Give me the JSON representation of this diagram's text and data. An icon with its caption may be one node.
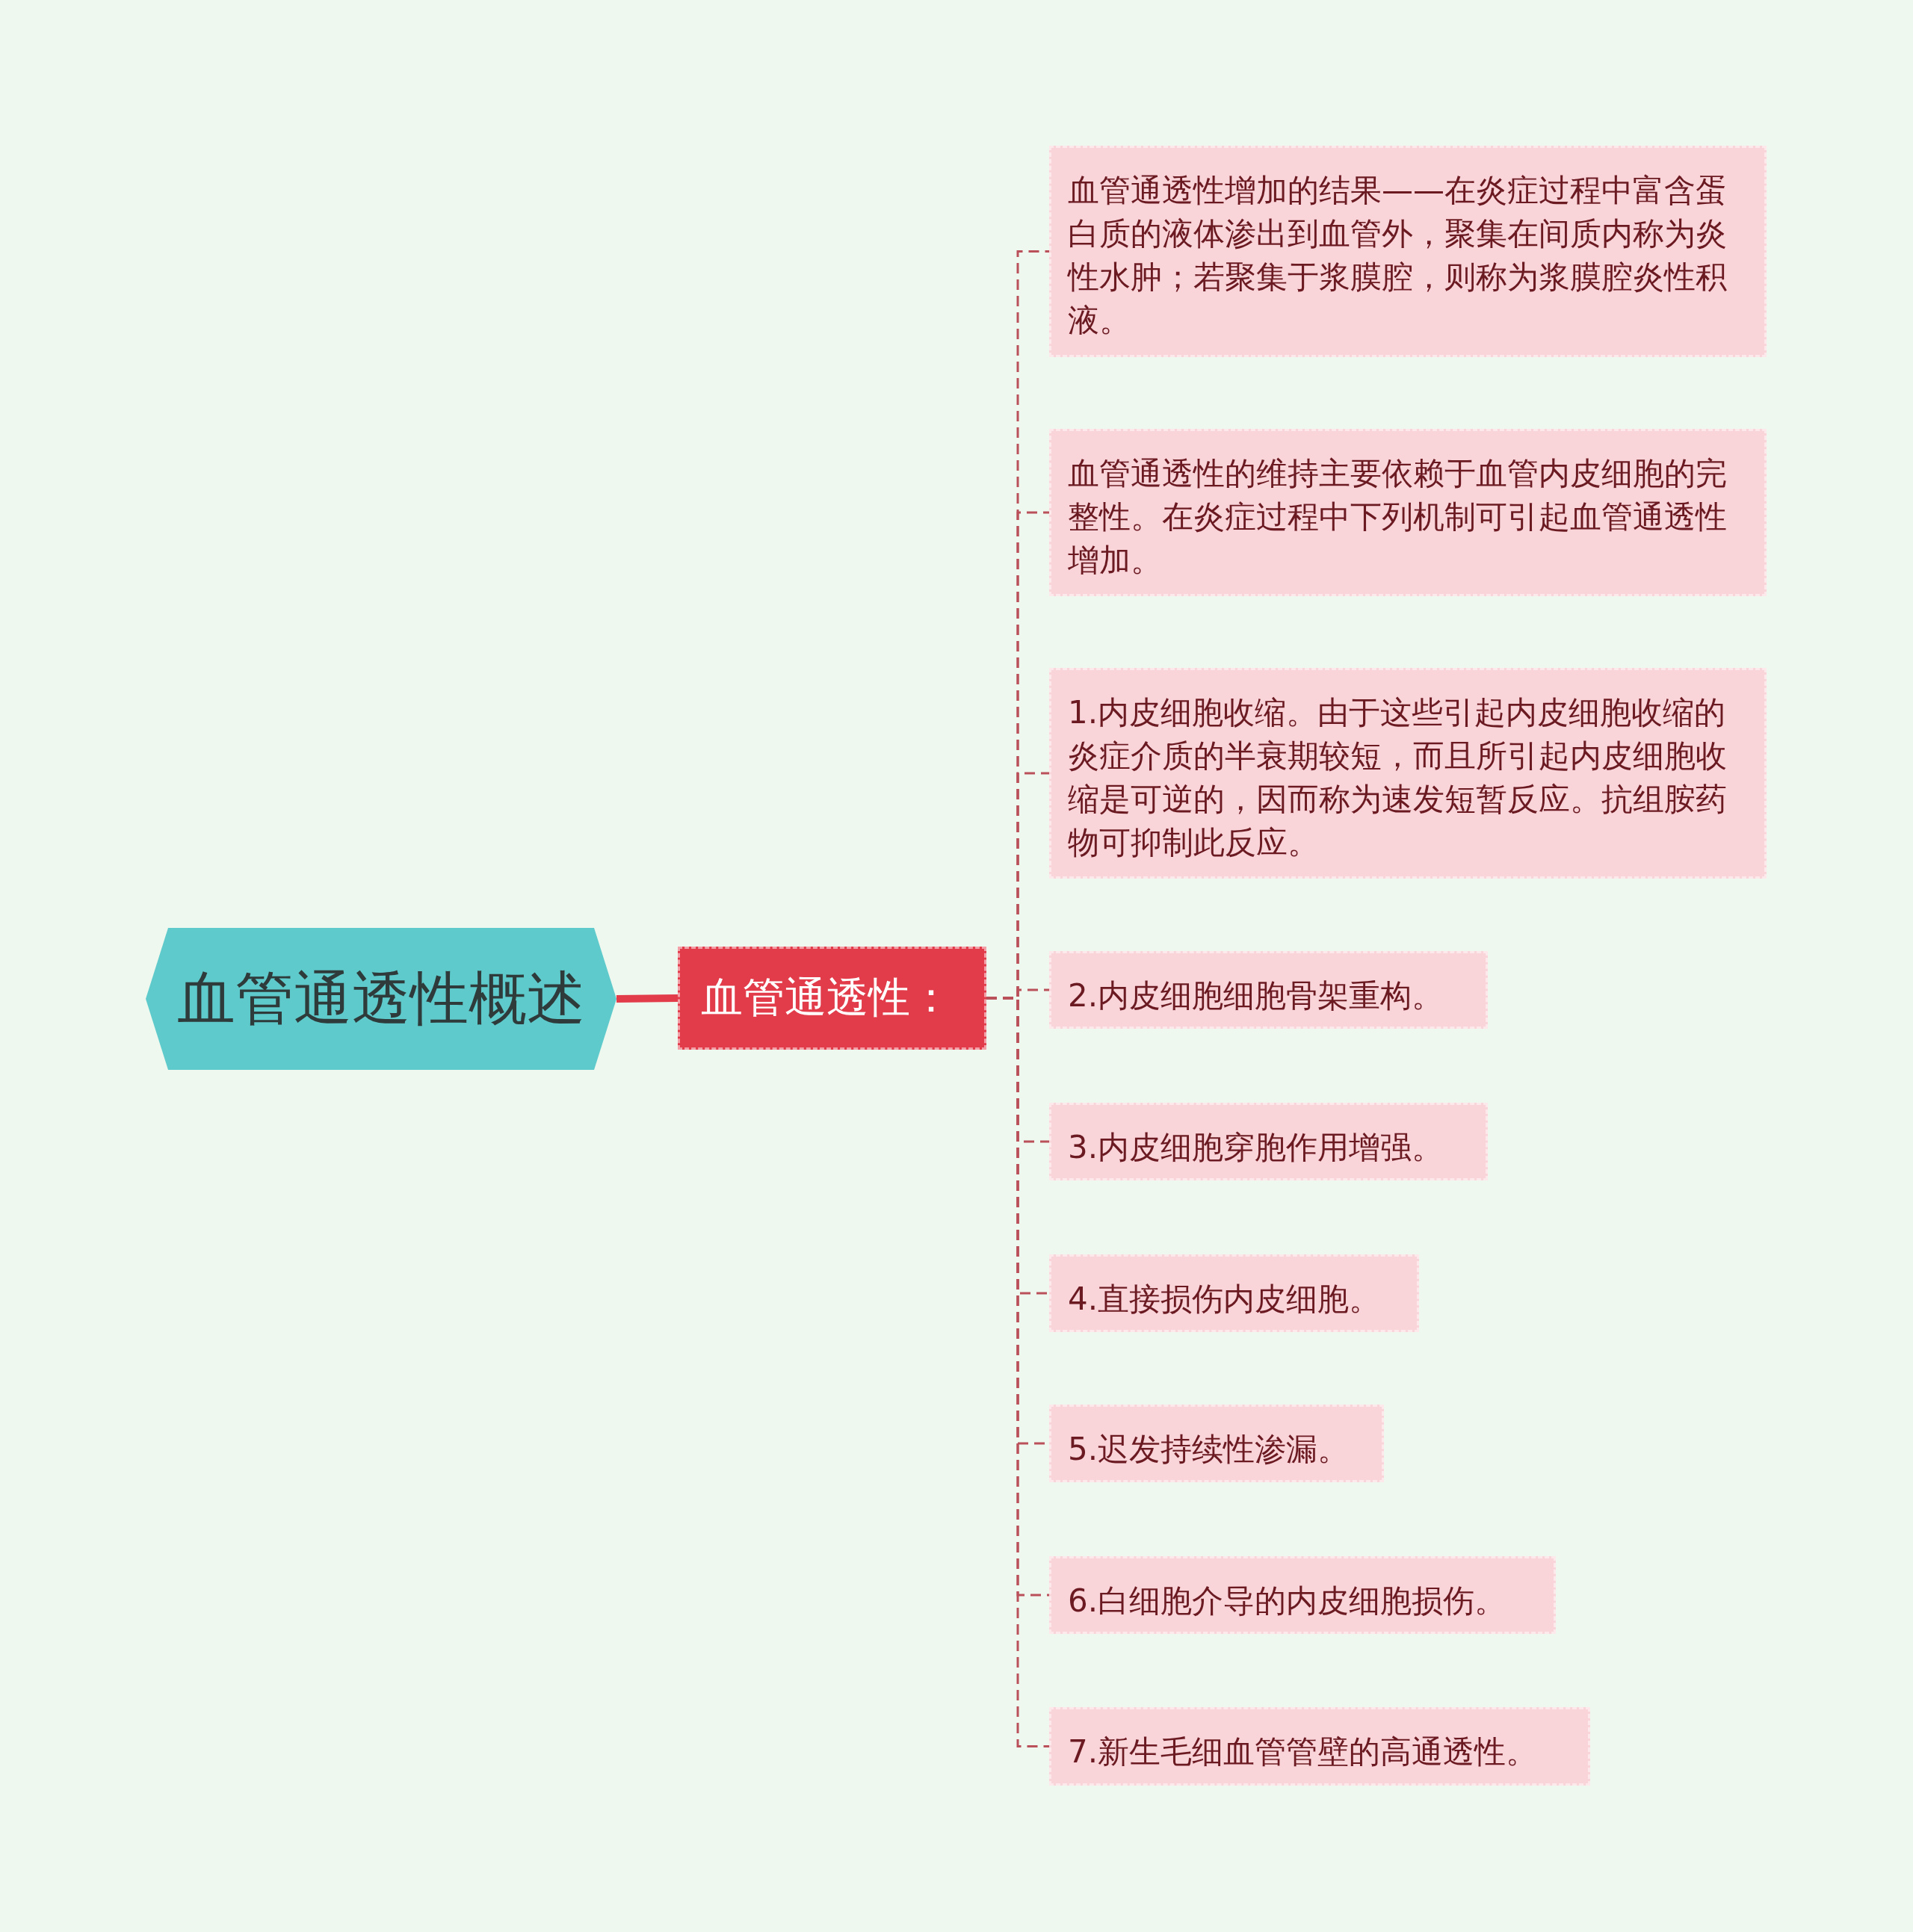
{
  "diagram": {
    "nodes": [
      {
        "text": [
          "血管通透性概述"
        ]
      },
      {
        "text": [
          "血管通透性："
        ]
      },
      {
        "text": [
          "血管通透性增加的结果——在炎症过程中富含蛋白质的液体渗出到血管外，聚集在间质内称为炎性水肿；若聚集于浆膜腔，则称为浆膜腔炎性积液。"
        ]
      },
      {
        "text": [
          "血管通透性的维持主要依赖于血管内皮细胞的完整性。在炎症过程中下列机制可引起血管通透性增加。"
        ]
      },
      {
        "text": [
          "1.内皮细胞收缩。由于这些引起内皮细胞收缩的炎症介质的半衰期较短，而且所引起内皮细胞收缩是可逆的，因而称为速发短暂反应。抗组胺药物可抑制此反应。"
        ]
      },
      {
        "text": [
          "2.内皮细胞细胞骨架重构。"
        ]
      },
      {
        "text": [
          "3.内皮细胞穿胞作用增强。"
        ]
      },
      {
        "text": [
          "4.直接损伤内皮细胞。"
        ]
      },
      {
        "text": [
          "5.迟发持续性渗漏。"
        ]
      },
      {
        "text": [
          "6.白细胞介导的内皮细胞损伤。"
        ]
      },
      {
        "text": [
          "7.新生毛细血管管壁的高通透性。"
        ]
      }
    ],
    "edges": [
      {
        "from": 0,
        "to": 1,
        "arrow": "none",
        "style": "thick",
        "color": "#e23b4a"
      },
      {
        "from": 1,
        "to": 2,
        "arrow": "none",
        "style": "dashed"
      },
      {
        "from": 1,
        "to": 3,
        "arrow": "none",
        "style": "dashed"
      },
      {
        "from": 1,
        "to": 4,
        "arrow": "none",
        "style": "dashed"
      },
      {
        "from": 1,
        "to": 5,
        "arrow": "none",
        "style": "dashed"
      },
      {
        "from": 1,
        "to": 6,
        "arrow": "none",
        "style": "dashed"
      },
      {
        "from": 1,
        "to": 7,
        "arrow": "none",
        "style": "dashed"
      },
      {
        "from": 1,
        "to": 8,
        "arrow": "none",
        "style": "dashed"
      },
      {
        "from": 1,
        "to": 9,
        "arrow": "none",
        "style": "dashed"
      },
      {
        "from": 1,
        "to": 10,
        "arrow": "none",
        "style": "dashed"
      }
    ]
  }
}
